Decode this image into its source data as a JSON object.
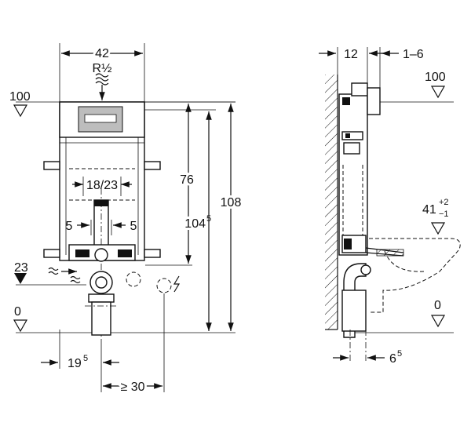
{
  "front_view": {
    "width_dim": "42",
    "thread_label": "R½",
    "inner_width_dim": "18/23",
    "left_offset_dim": "5",
    "right_offset_dim": "5",
    "height_76": "76",
    "height_104_main": "104",
    "height_104_sup": "5",
    "height_108": "108",
    "level_100": "100",
    "level_23": "23",
    "level_0": "0",
    "bottom_dim_main": "19",
    "bottom_dim_sup": "5",
    "min_spacing_dim": "≥ 30"
  },
  "side_view": {
    "depth_dim": "12",
    "range_dim": "1–6",
    "level_100": "100",
    "level_41_main": "41",
    "level_41_plus": "+2",
    "level_41_minus": "−1",
    "level_0": "0",
    "offset_main": "6",
    "offset_sup": "5"
  }
}
